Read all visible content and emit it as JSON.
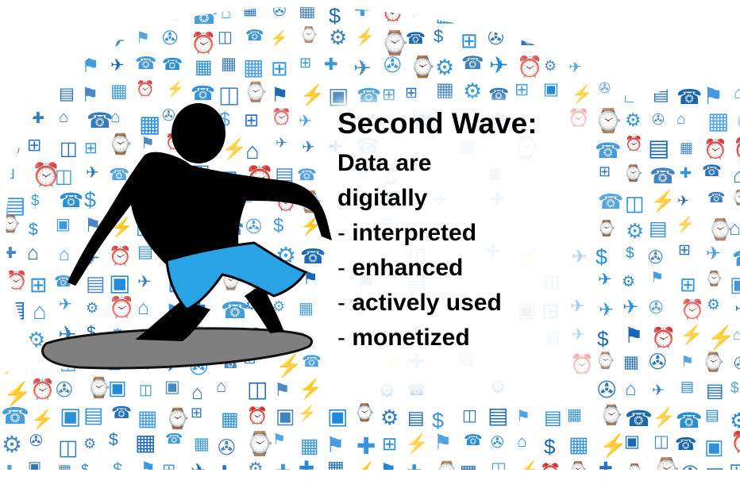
{
  "headline": "Second Wave:",
  "intro": [
    "Data are",
    "digitally"
  ],
  "bullets": [
    {
      "marker": "-",
      "text": "interpreted"
    },
    {
      "marker": "-",
      "text": "enhanced"
    },
    {
      "marker": "-",
      "text": "actively used"
    },
    {
      "marker": "-",
      "text": "monetized"
    }
  ],
  "colors": {
    "icon_blue": "#1e88d8",
    "icon_dark": "#1565b5",
    "shorts_blue": "#29a3e6",
    "silhouette": "#000000",
    "board": "#7f7f7f"
  },
  "icon_glyphs": [
    "✈",
    "☎",
    "⚙",
    "⏰",
    "$",
    "⚡",
    "▣",
    "▦",
    "▤",
    "⌂",
    "⚑",
    "✚",
    "⊞",
    "◫",
    "⌚",
    "✇"
  ]
}
